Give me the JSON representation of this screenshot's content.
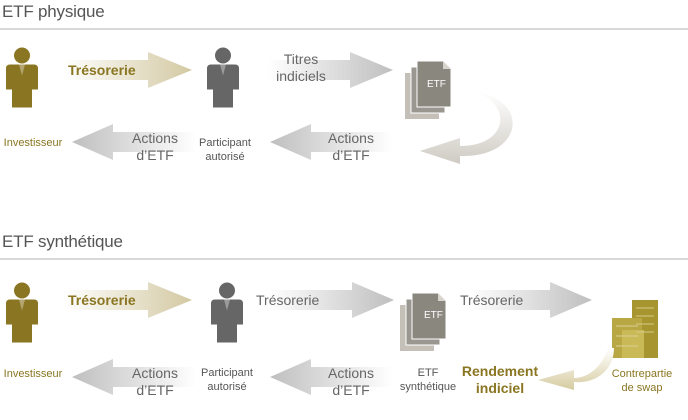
{
  "colors": {
    "gold": "#8a7622",
    "gray_person": "#666666",
    "text_gray": "#666666",
    "doc_light": "#c4c0b8",
    "doc_mid": "#9a9790",
    "doc_dark": "#7d7a73",
    "building": "#a7952f"
  },
  "icons": [
    "person-icon",
    "etf-document-icon",
    "curved-arrow-icon",
    "building-icon",
    "arrow-icon"
  ],
  "physique": {
    "title": "ETF physique",
    "investor_label": "Investisseur",
    "participant_label": [
      "Participant",
      "autorisé"
    ],
    "etf_doc_label": "ETF",
    "flow_tresorerie": "Trésorerie",
    "flow_titres": [
      "Titres",
      "indiciels"
    ],
    "flow_actions_1": [
      "Actions",
      "d’ETF"
    ],
    "flow_actions_2": [
      "Actions",
      "d’ETF"
    ]
  },
  "synthetique": {
    "title": "ETF synthétique",
    "investor_label": "Investisseur",
    "participant_label": [
      "Participant",
      "autorisé"
    ],
    "etf_doc_label": "ETF",
    "etf_caption": [
      "ETF",
      "synthétique"
    ],
    "counterparty_label": [
      "Contrepartie",
      "de swap"
    ],
    "flow_tresorerie_1": "Trésorerie",
    "flow_tresorerie_2": "Trésorerie",
    "flow_tresorerie_3": "Trésorerie",
    "flow_actions_1": [
      "Actions",
      "d’ETF"
    ],
    "flow_actions_2": [
      "Actions",
      "d’ETF"
    ],
    "flow_rendement": [
      "Rendement",
      "indiciel"
    ]
  }
}
